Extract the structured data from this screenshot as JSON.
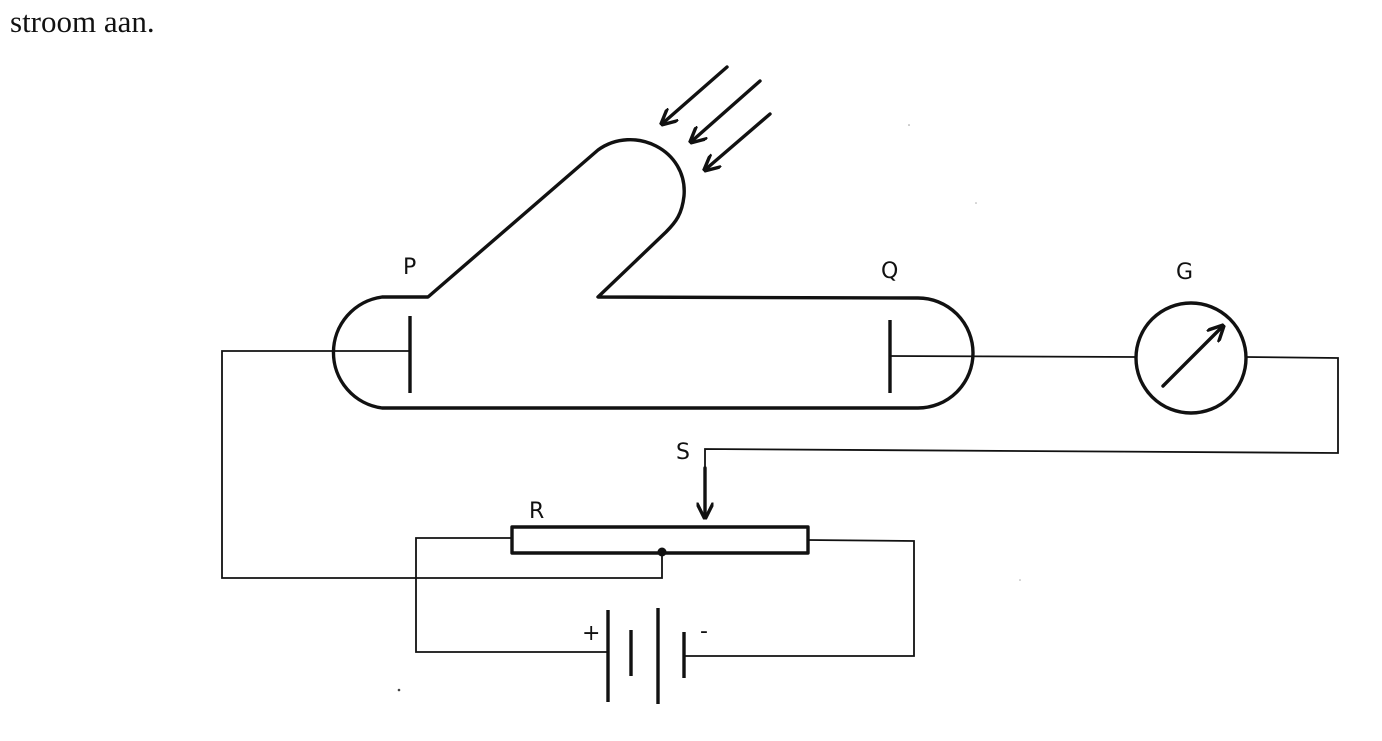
{
  "caption": "stroom aan.",
  "labels": {
    "P": "P",
    "Q": "Q",
    "G": "G",
    "S": "S",
    "R": "R",
    "plus": "+",
    "minus": "-"
  },
  "icons": {
    "light_rays": "incoming-light-arrows",
    "galvanometer": "galvanometer-meter",
    "battery": "battery-cells",
    "slider": "sliding-contact-arrow"
  }
}
